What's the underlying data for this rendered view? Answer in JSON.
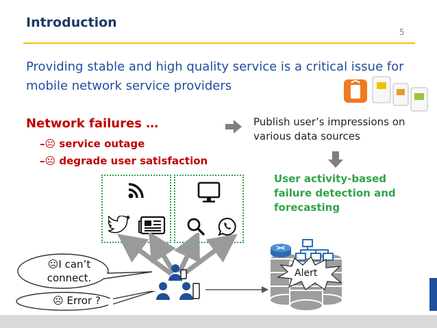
{
  "slide": {
    "title": "Introduction",
    "page_number": "5",
    "lead_text": "Providing stable and high quality service is a critical issue for mobile network service providers",
    "network_failures": "Network failures …",
    "bullet_1": "service outage",
    "bullet_2": "degrade user satisfaction",
    "bullet_dash": "–",
    "frown": "☹",
    "publish_text": "Publish user’s impressions on various data sources",
    "method_text": "User activity-based failure detection and forecasting",
    "bubble_1": "☹I can’t connect.",
    "bubble_2": "☹ Error ?",
    "alert_label": "Alert"
  },
  "colors": {
    "title": "#1f3864",
    "lead": "#1f4e9c",
    "red": "#c00000",
    "green": "#2fa34a",
    "accent_yellow": "#f2c200"
  }
}
